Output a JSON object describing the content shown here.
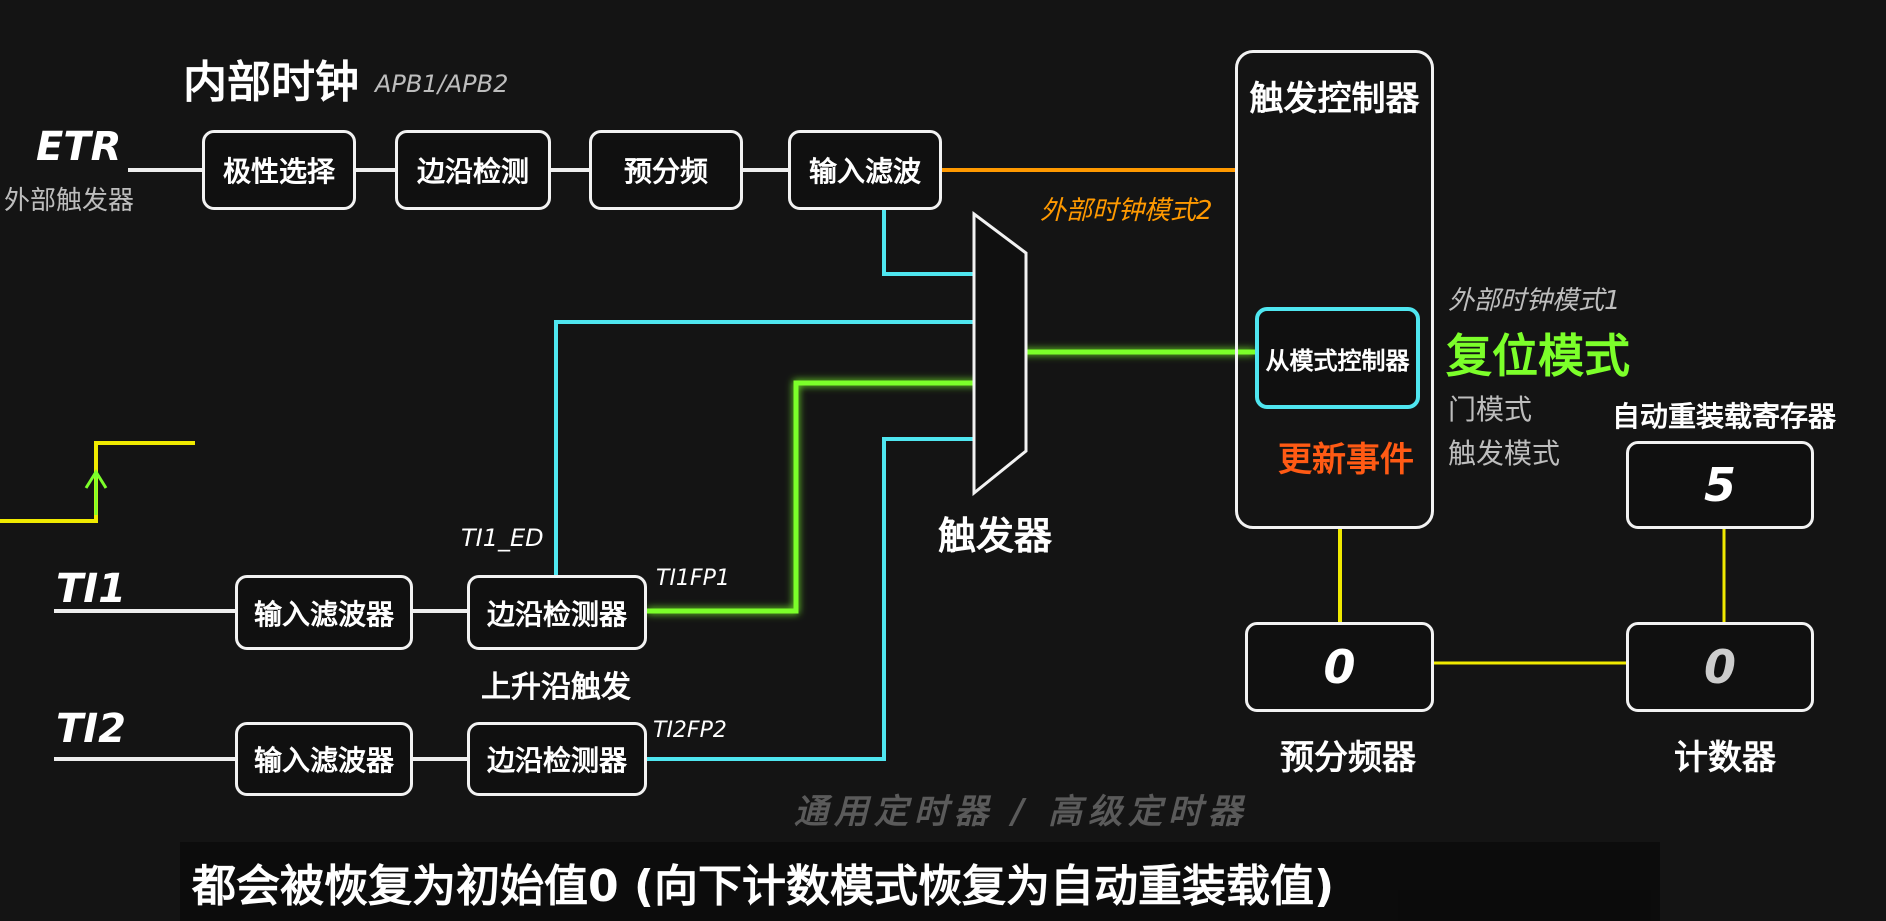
{
  "internal_clock": {
    "title": "内部时钟",
    "bus": "APB1/APB2"
  },
  "etr": {
    "label": "ETR",
    "sublabel": "外部触发器",
    "blocks": [
      "极性选择",
      "边沿检测",
      "预分频",
      "输入滤波"
    ]
  },
  "ext_clock_mode2": "外部时钟模式2",
  "trigger_controller": {
    "title": "触发控制器",
    "slave": "从模式控制器",
    "update_event": "更新事件"
  },
  "modes": {
    "ext1": "外部时钟模式1",
    "reset": "复位模式",
    "gated": "门模式",
    "trigger": "触发模式"
  },
  "mux_label": "触发器",
  "ti1": {
    "label": "TI1",
    "filter": "输入滤波器",
    "edge": "边沿检测器",
    "ed": "TI1_ED",
    "fp": "TI1FP1",
    "note": "上升沿触发"
  },
  "ti2": {
    "label": "TI2",
    "filter": "输入滤波器",
    "edge": "边沿检测器",
    "fp": "TI2FP2"
  },
  "arr": {
    "title": "自动重装载寄存器",
    "value": "5"
  },
  "prescaler": {
    "value": "0",
    "label": "预分频器"
  },
  "counter": {
    "value": "0",
    "label": "计数器"
  },
  "footer": "通用定时器 / 高级定时器",
  "subtitle": "都会被恢复为初始值0 (向下计数模式恢复为自动重装载值)",
  "colors": {
    "green": "#7cff2a",
    "orange": "#ff9900",
    "cyan": "#4fe6f0",
    "yellow": "#f0ea00",
    "event": "#ff5a14"
  }
}
